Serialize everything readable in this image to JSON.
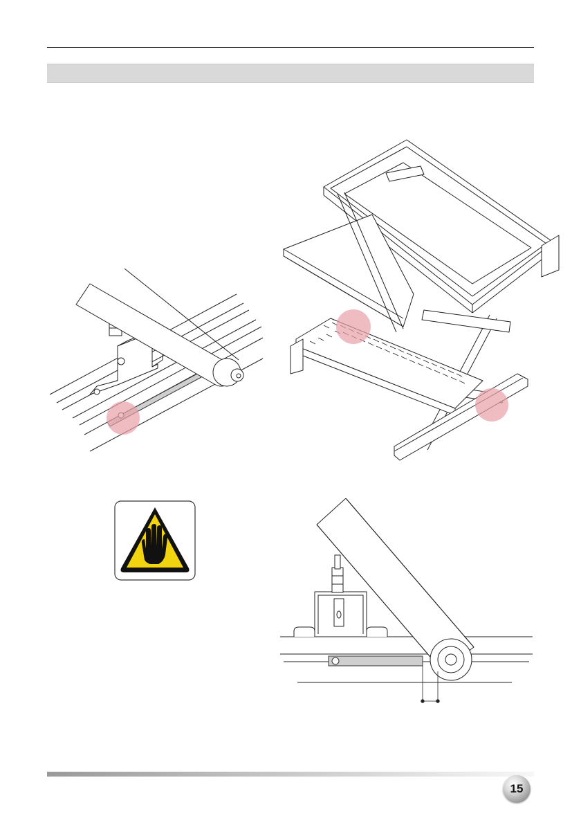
{
  "page": {
    "number": "15"
  },
  "header": {
    "section_title": ""
  },
  "figures": {
    "rail_detail": {
      "icon": "rail-detail-drawing",
      "highlight_color": "#e8a0a8"
    },
    "frame_assembly": {
      "icon": "frame-assembly-drawing",
      "highlight_color": "#e8a0a8"
    },
    "warning_sign": {
      "icon": "hand-stop-warning-icon",
      "sign_color": "#f2d30f"
    },
    "side_view": {
      "icon": "side-view-drawing"
    }
  }
}
